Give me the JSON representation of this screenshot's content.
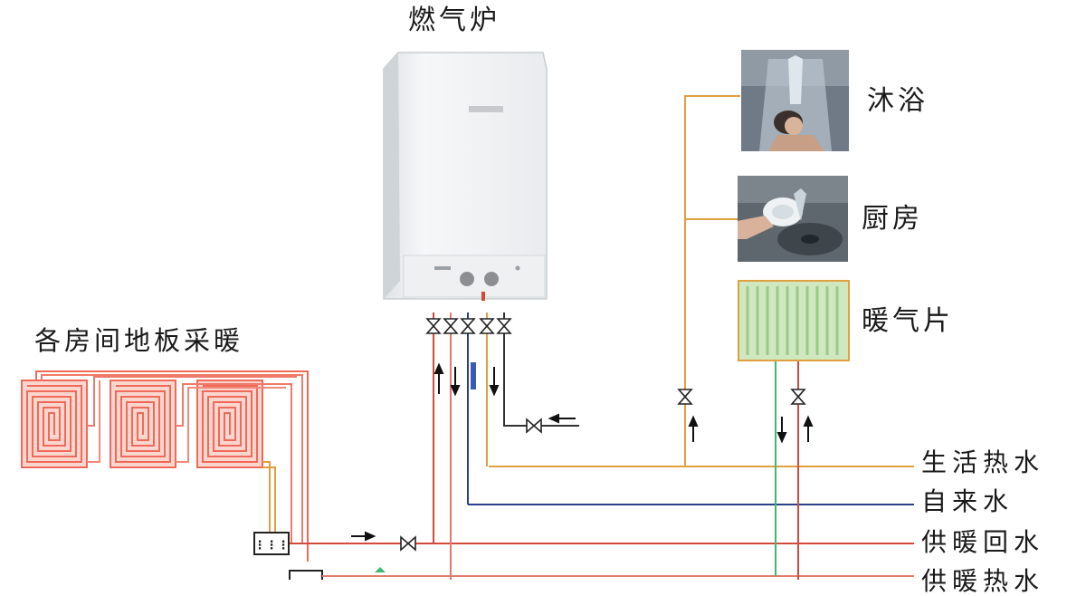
{
  "labels": {
    "boiler": "燃气炉",
    "floor_heating": "各房间地板采暖",
    "shower": "沐浴",
    "kitchen": "厨房",
    "radiator": "暖气片"
  },
  "pipe_labels": {
    "hot_water": "生活热水",
    "tap_water": "自来水",
    "heating_return": "供暖回水",
    "heating_supply": "供暖热水"
  },
  "colors": {
    "hot_water": "#e0a040",
    "tap_water": "#2b3f8c",
    "heating_return": "#d24a3a",
    "heating_supply": "#e07a6a",
    "radiator_pipe": "#3fb870",
    "floor_coil": "#f06a5a"
  }
}
